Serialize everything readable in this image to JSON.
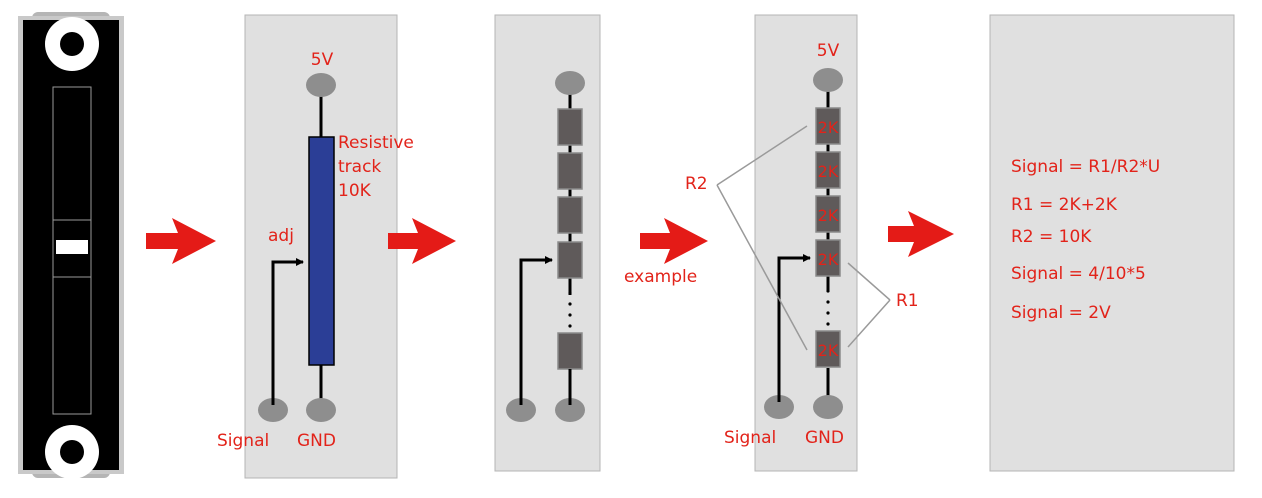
{
  "panel2": {
    "top_label": "5V",
    "track_label_line1": "Resistive",
    "track_label_line2": "track",
    "track_label_line3": "10K",
    "adj_label": "adj",
    "signal_label": "Signal",
    "gnd_label": "GND"
  },
  "arrow3": {
    "label": "example"
  },
  "panel4": {
    "top_label": "5V",
    "resistor_labels": [
      "2K",
      "2K",
      "2K",
      "2K",
      "2K"
    ],
    "r2_label": "R2",
    "r1_label": "R1",
    "signal_label": "Signal",
    "gnd_label": "GND"
  },
  "panel5": {
    "formula1": "Signal = R1/R2*U",
    "formula2": "R1 = 2K+2K",
    "formula3": "R2 = 10K",
    "formula4": "Signal = 4/10*5",
    "formula5": "Signal = 2V"
  },
  "colors": {
    "label_red": "#e2231a",
    "arrow_red": "#e41b17",
    "panel_gray": "#e0e0e0",
    "resistive_track_blue": "#2b3e96",
    "resistor_dark": "#5f5a5a",
    "pad_gray": "#8e8e8e"
  }
}
